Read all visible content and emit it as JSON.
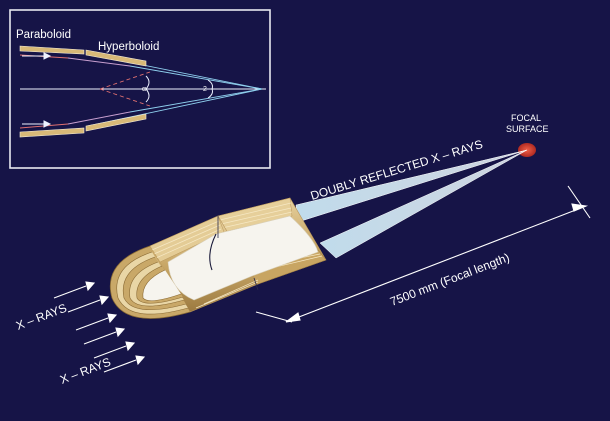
{
  "inset": {
    "paraboloid_label": "Paraboloid",
    "hyperboloid_label": "Hyperboloid",
    "angle_labels": [
      "α",
      "2"
    ]
  },
  "focal_label": [
    "FOCAL",
    "SURFACE"
  ],
  "doubly_reflected_label": "DOUBLY  REFLECTED  X – RAYS",
  "focal_length_label": "7500 mm  (Focal  length)",
  "xrays_label_top": "X – RAYS",
  "xrays_label_bottom": "X – RAYS",
  "colors": {
    "background": "#161447",
    "mirror_gold": "#d8b978",
    "mirror_cream": "#f4ecd8",
    "focal_red": "#c8382e",
    "inset_frame": "#e8e8f0",
    "ray_cyan": "#8fd0ee"
  }
}
